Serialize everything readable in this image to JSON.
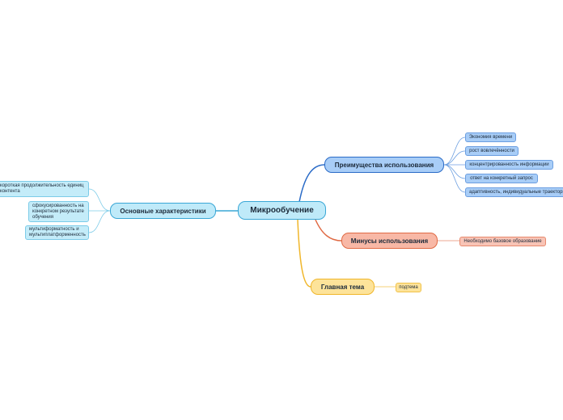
{
  "central": {
    "label": "Микрообучение"
  },
  "branches": {
    "advantages": {
      "label": "Преимущества использования",
      "color": "#2a6bc7",
      "items": [
        "Экономия времени",
        "рост вовлечённости",
        "концентрированность информации",
        "ответ на конкретный запрос",
        "адаптивность, индивидуальные траектории"
      ]
    },
    "cons": {
      "label": "Минусы использования",
      "color": "#e06a44",
      "items": [
        "Необходимо базовое образование"
      ]
    },
    "main_topic": {
      "label": "Главная тема",
      "color": "#f0b62a",
      "items": [
        "подтема"
      ]
    },
    "characteristics": {
      "label": "Основные характеристики",
      "color": "#3aa7d6",
      "items": [
        "короткая продолжительность единиц контента",
        "сфокусированность на конкретном результате обучения",
        "мультиформатность и мультиплатформенность"
      ]
    }
  }
}
